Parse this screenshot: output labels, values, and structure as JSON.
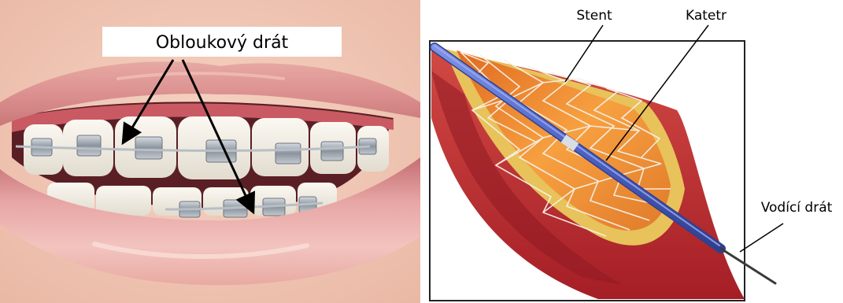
{
  "left_panel": {
    "label": "Obloukový drát"
  },
  "right_panel": {
    "labels": {
      "stent": "Stent",
      "catheter": "Katetr",
      "guidewire": "Vodící drát"
    }
  },
  "colors": {
    "lip": "#e8a9a6",
    "gum": "#c95a64",
    "tooth": "#f3efe8",
    "bracket": "#9aa3ad",
    "vessel_outer": "#b4232a",
    "vessel_inner": "#f08a2e",
    "stent_mesh": "#f5f1e6",
    "catheter": "#4e64c6"
  }
}
